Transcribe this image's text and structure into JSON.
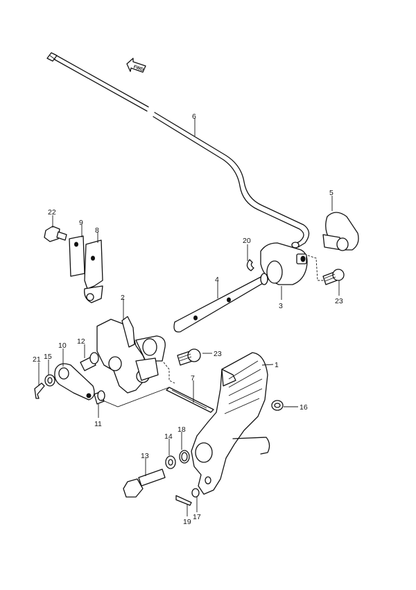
{
  "fwd_indicator": {
    "label": "FWD"
  },
  "callouts": [
    {
      "id": "1",
      "text": "1"
    },
    {
      "id": "2",
      "text": "2"
    },
    {
      "id": "3",
      "text": "3"
    },
    {
      "id": "4",
      "text": "4"
    },
    {
      "id": "5",
      "text": "5"
    },
    {
      "id": "6",
      "text": "6"
    },
    {
      "id": "7",
      "text": "7"
    },
    {
      "id": "8",
      "text": "8"
    },
    {
      "id": "9",
      "text": "9"
    },
    {
      "id": "10",
      "text": "10"
    },
    {
      "id": "11",
      "text": "11"
    },
    {
      "id": "12",
      "text": "12"
    },
    {
      "id": "13",
      "text": "13"
    },
    {
      "id": "14",
      "text": "14"
    },
    {
      "id": "15",
      "text": "15"
    },
    {
      "id": "16",
      "text": "16"
    },
    {
      "id": "17",
      "text": "17"
    },
    {
      "id": "18",
      "text": "18"
    },
    {
      "id": "19",
      "text": "19"
    },
    {
      "id": "20",
      "text": "20"
    },
    {
      "id": "21",
      "text": "21"
    },
    {
      "id": "22",
      "text": "22"
    },
    {
      "id": "23a",
      "text": "23"
    },
    {
      "id": "23b",
      "text": "23"
    }
  ]
}
